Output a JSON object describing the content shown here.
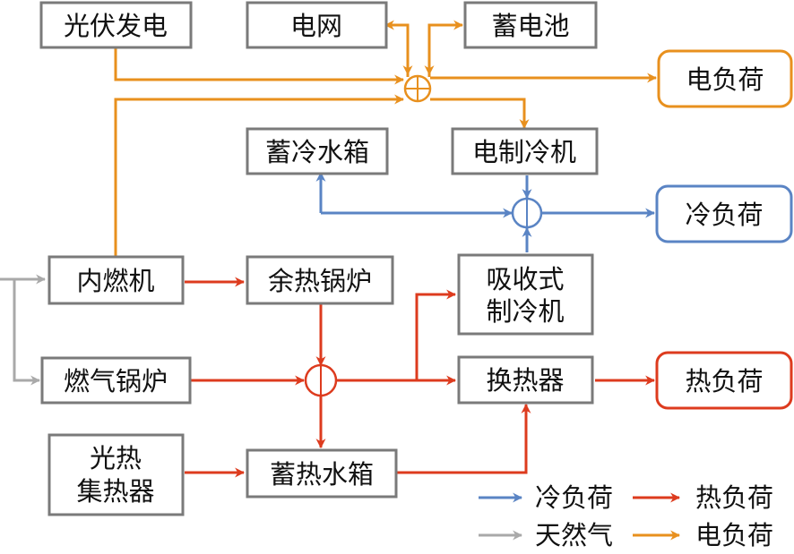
{
  "colors": {
    "electric": "#E8901E",
    "cold": "#5A84C4",
    "heat": "#DD3B1E",
    "gas": "#A9A9A9",
    "box_border": "#7A7A7A"
  },
  "nodes": {
    "pv": "光伏发电",
    "grid": "电网",
    "battery": "蓄电池",
    "elec_load": "电负荷",
    "cold_storage": "蓄冷水箱",
    "elec_chiller": "电制冷机",
    "cold_load": "冷负荷",
    "ice": "内燃机",
    "waste_heat_boiler": "余热锅炉",
    "absorption_chiller_line1": "吸收式",
    "absorption_chiller_line2": "制冷机",
    "gas_boiler": "燃气锅炉",
    "heat_exchanger": "换热器",
    "heat_load": "热负荷",
    "solar_collector_line1": "光热",
    "solar_collector_line2": "集热器",
    "heat_storage": "蓄热水箱"
  },
  "legend": [
    {
      "key": "cold",
      "label": "冷负荷"
    },
    {
      "key": "heat",
      "label": "热负荷"
    },
    {
      "key": "gas",
      "label": "天然气"
    },
    {
      "key": "electric",
      "label": "电负荷"
    }
  ]
}
